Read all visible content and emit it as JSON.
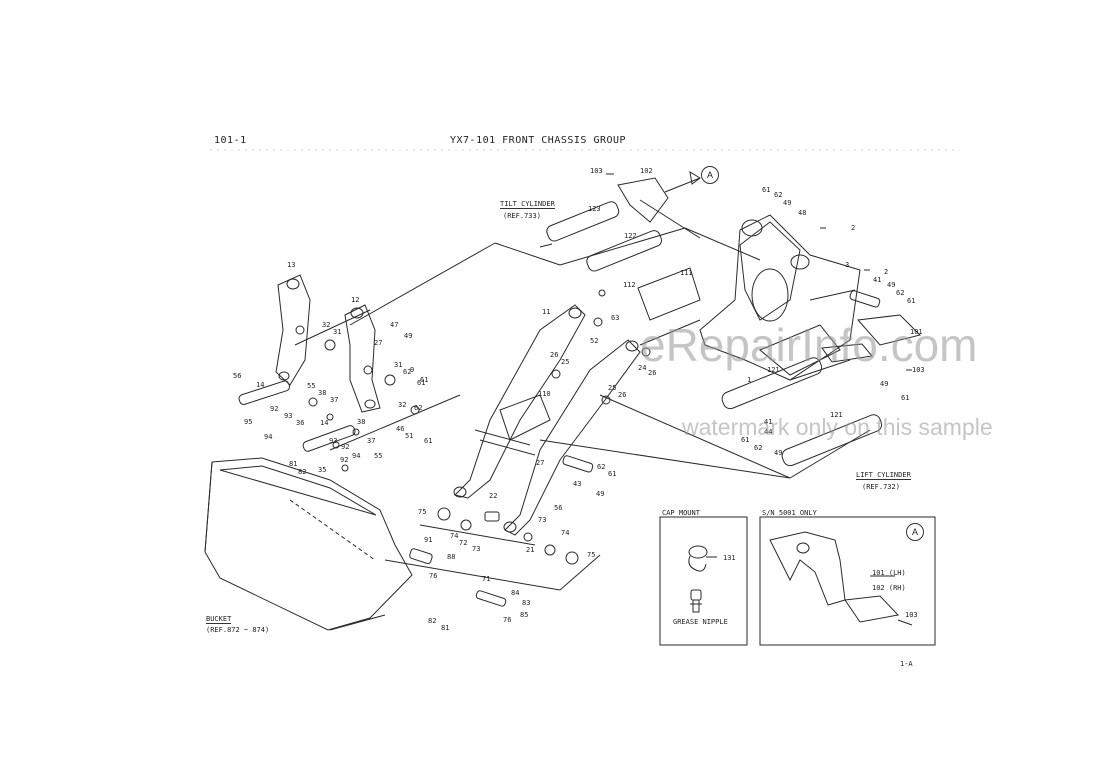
{
  "header": {
    "page_ref": "101-1",
    "title": "YX7-101   FRONT CHASSIS GROUP"
  },
  "footer": {
    "page_code": "1-A"
  },
  "callouts": {
    "tilt_cylinder": {
      "name": "TILT CYLINDER",
      "ref": "(REF.733)"
    },
    "lift_cylinder": {
      "name": "LIFT CYLINDER",
      "ref": "(REF.732)"
    },
    "bucket": {
      "name": "BUCKET",
      "ref": "(REF.872 ~ 874)"
    }
  },
  "detail_marker": "A",
  "inset_cap_mount": {
    "title": "CAP MOUNT",
    "part": "131",
    "caption": "GREASE NIPPLE"
  },
  "inset_sn": {
    "title": "S/N 5001 ONLY",
    "marker": "A",
    "labels": [
      "101 (LH)",
      "102 (RH)",
      "103"
    ]
  },
  "watermark": {
    "main": "eRepairInfo.com",
    "sub": "watermark only on this sample"
  },
  "part_numbers": [
    "103",
    "102",
    "61",
    "62",
    "49",
    "48",
    "2",
    "3",
    "2",
    "41",
    "49",
    "62",
    "61",
    "101",
    "1",
    "103",
    "49",
    "61",
    "123",
    "122",
    "111",
    "112",
    "12",
    "47",
    "49",
    "9",
    "61",
    "13",
    "32",
    "31",
    "27",
    "31",
    "62",
    "61",
    "11",
    "52",
    "63",
    "26",
    "25",
    "110",
    "27",
    "43",
    "62",
    "49",
    "61",
    "25",
    "26",
    "24",
    "26",
    "121",
    "121",
    "61",
    "44",
    "41",
    "62",
    "49",
    "56",
    "14",
    "55",
    "38",
    "37",
    "95",
    "92",
    "93",
    "94",
    "36",
    "14",
    "93",
    "92",
    "38",
    "37",
    "32",
    "46",
    "51",
    "62",
    "61",
    "81",
    "82",
    "35",
    "92",
    "94",
    "55",
    "91",
    "76",
    "88",
    "74",
    "72",
    "75",
    "73",
    "22",
    "21",
    "73",
    "74",
    "75",
    "56",
    "71",
    "84",
    "83",
    "76",
    "81",
    "82",
    "85"
  ]
}
